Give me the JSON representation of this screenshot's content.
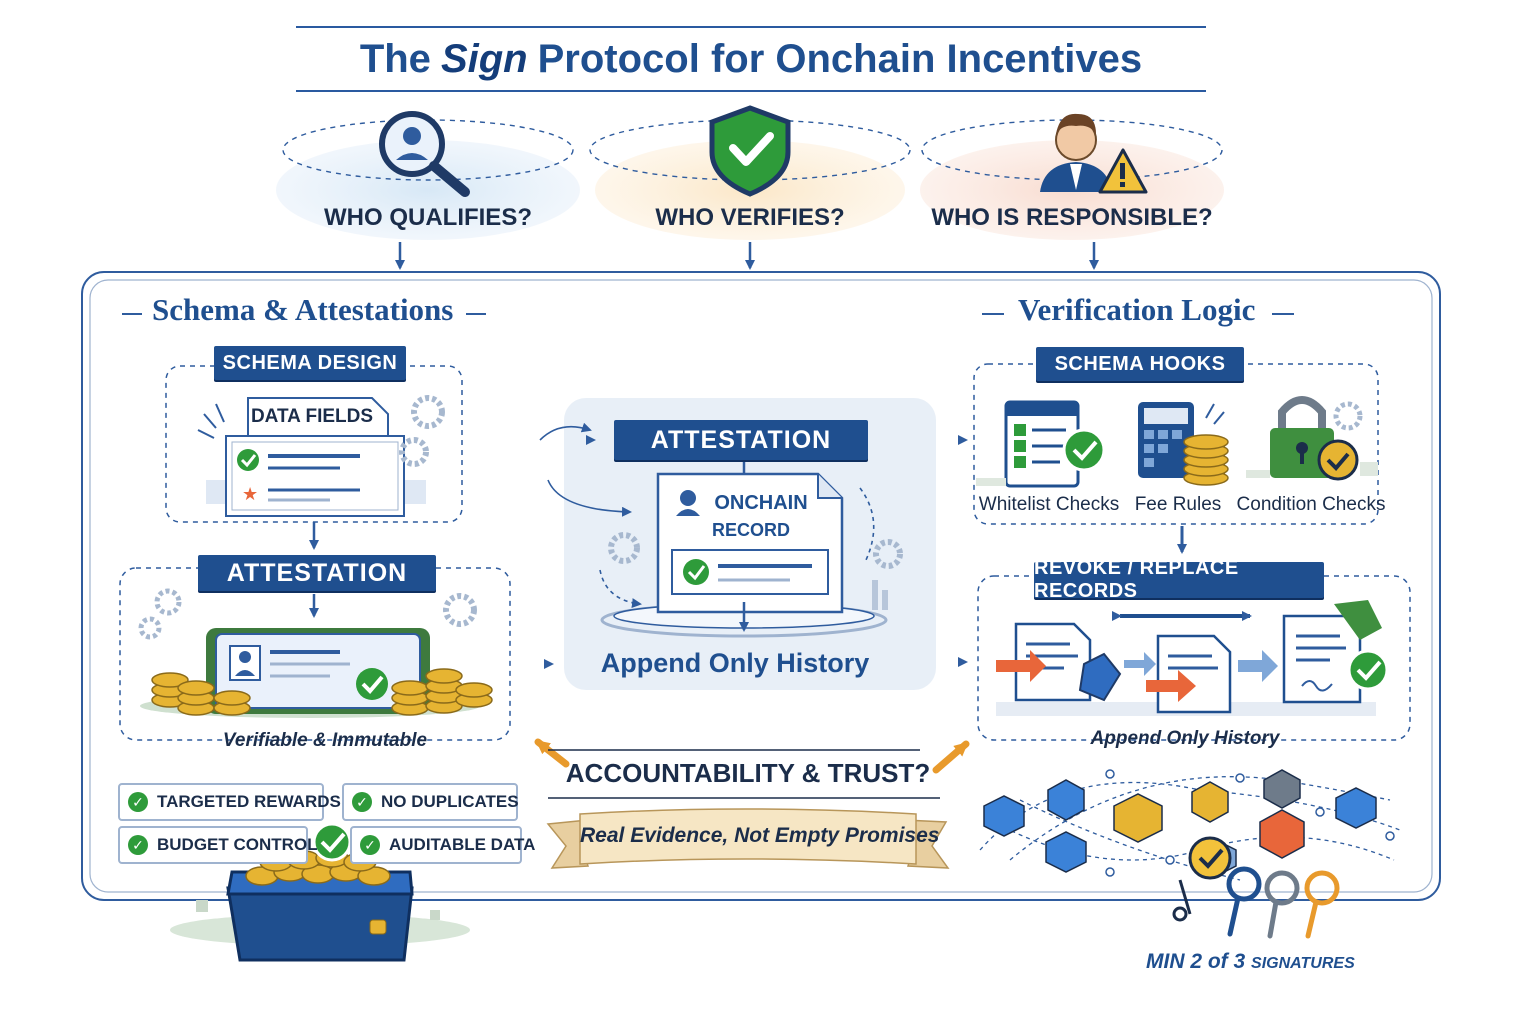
{
  "title": {
    "pre": "The",
    "emph": "Sign",
    "post": "Protocol for Onchain Incentives"
  },
  "questions": [
    "WHO QUALIFIES?",
    "WHO VERIFIES?",
    "WHO IS RESPONSIBLE?"
  ],
  "sections": {
    "left": "Schema & Attestations",
    "right": "Verification Logic"
  },
  "schema_design": {
    "banner": "SCHEMA DESIGN",
    "card": "DATA FIELDS"
  },
  "attestation_left": {
    "banner": "ATTESTATION",
    "caption": "Verifiable & Immutable"
  },
  "center": {
    "banner": "ATTESTATION",
    "record_line1": "ONCHAIN",
    "record_line2": "RECORD",
    "caption": "Append Only History"
  },
  "schema_hooks": {
    "banner": "SCHEMA HOOKS",
    "items": [
      "Whitelist Checks",
      "Fee Rules",
      "Condition Checks"
    ]
  },
  "revoke": {
    "banner": "REVOKE / REPLACE RECORDS",
    "caption": "Append Only History"
  },
  "benefits": [
    "TARGETED REWARDS",
    "NO DUPLICATES",
    "BUDGET CONTROL",
    "AUDITABLE DATA"
  ],
  "accountability": "ACCOUNTABILITY & TRUST?",
  "promise": "Real Evidence, Not Empty Promises",
  "signatures": {
    "main": "MIN 2 of 3",
    "small": "SIGNATURES"
  },
  "colors": {
    "navy": "#1f4f8f",
    "green": "#2e9b3a",
    "orange": "#e89a2c",
    "gold": "#e6b432"
  }
}
